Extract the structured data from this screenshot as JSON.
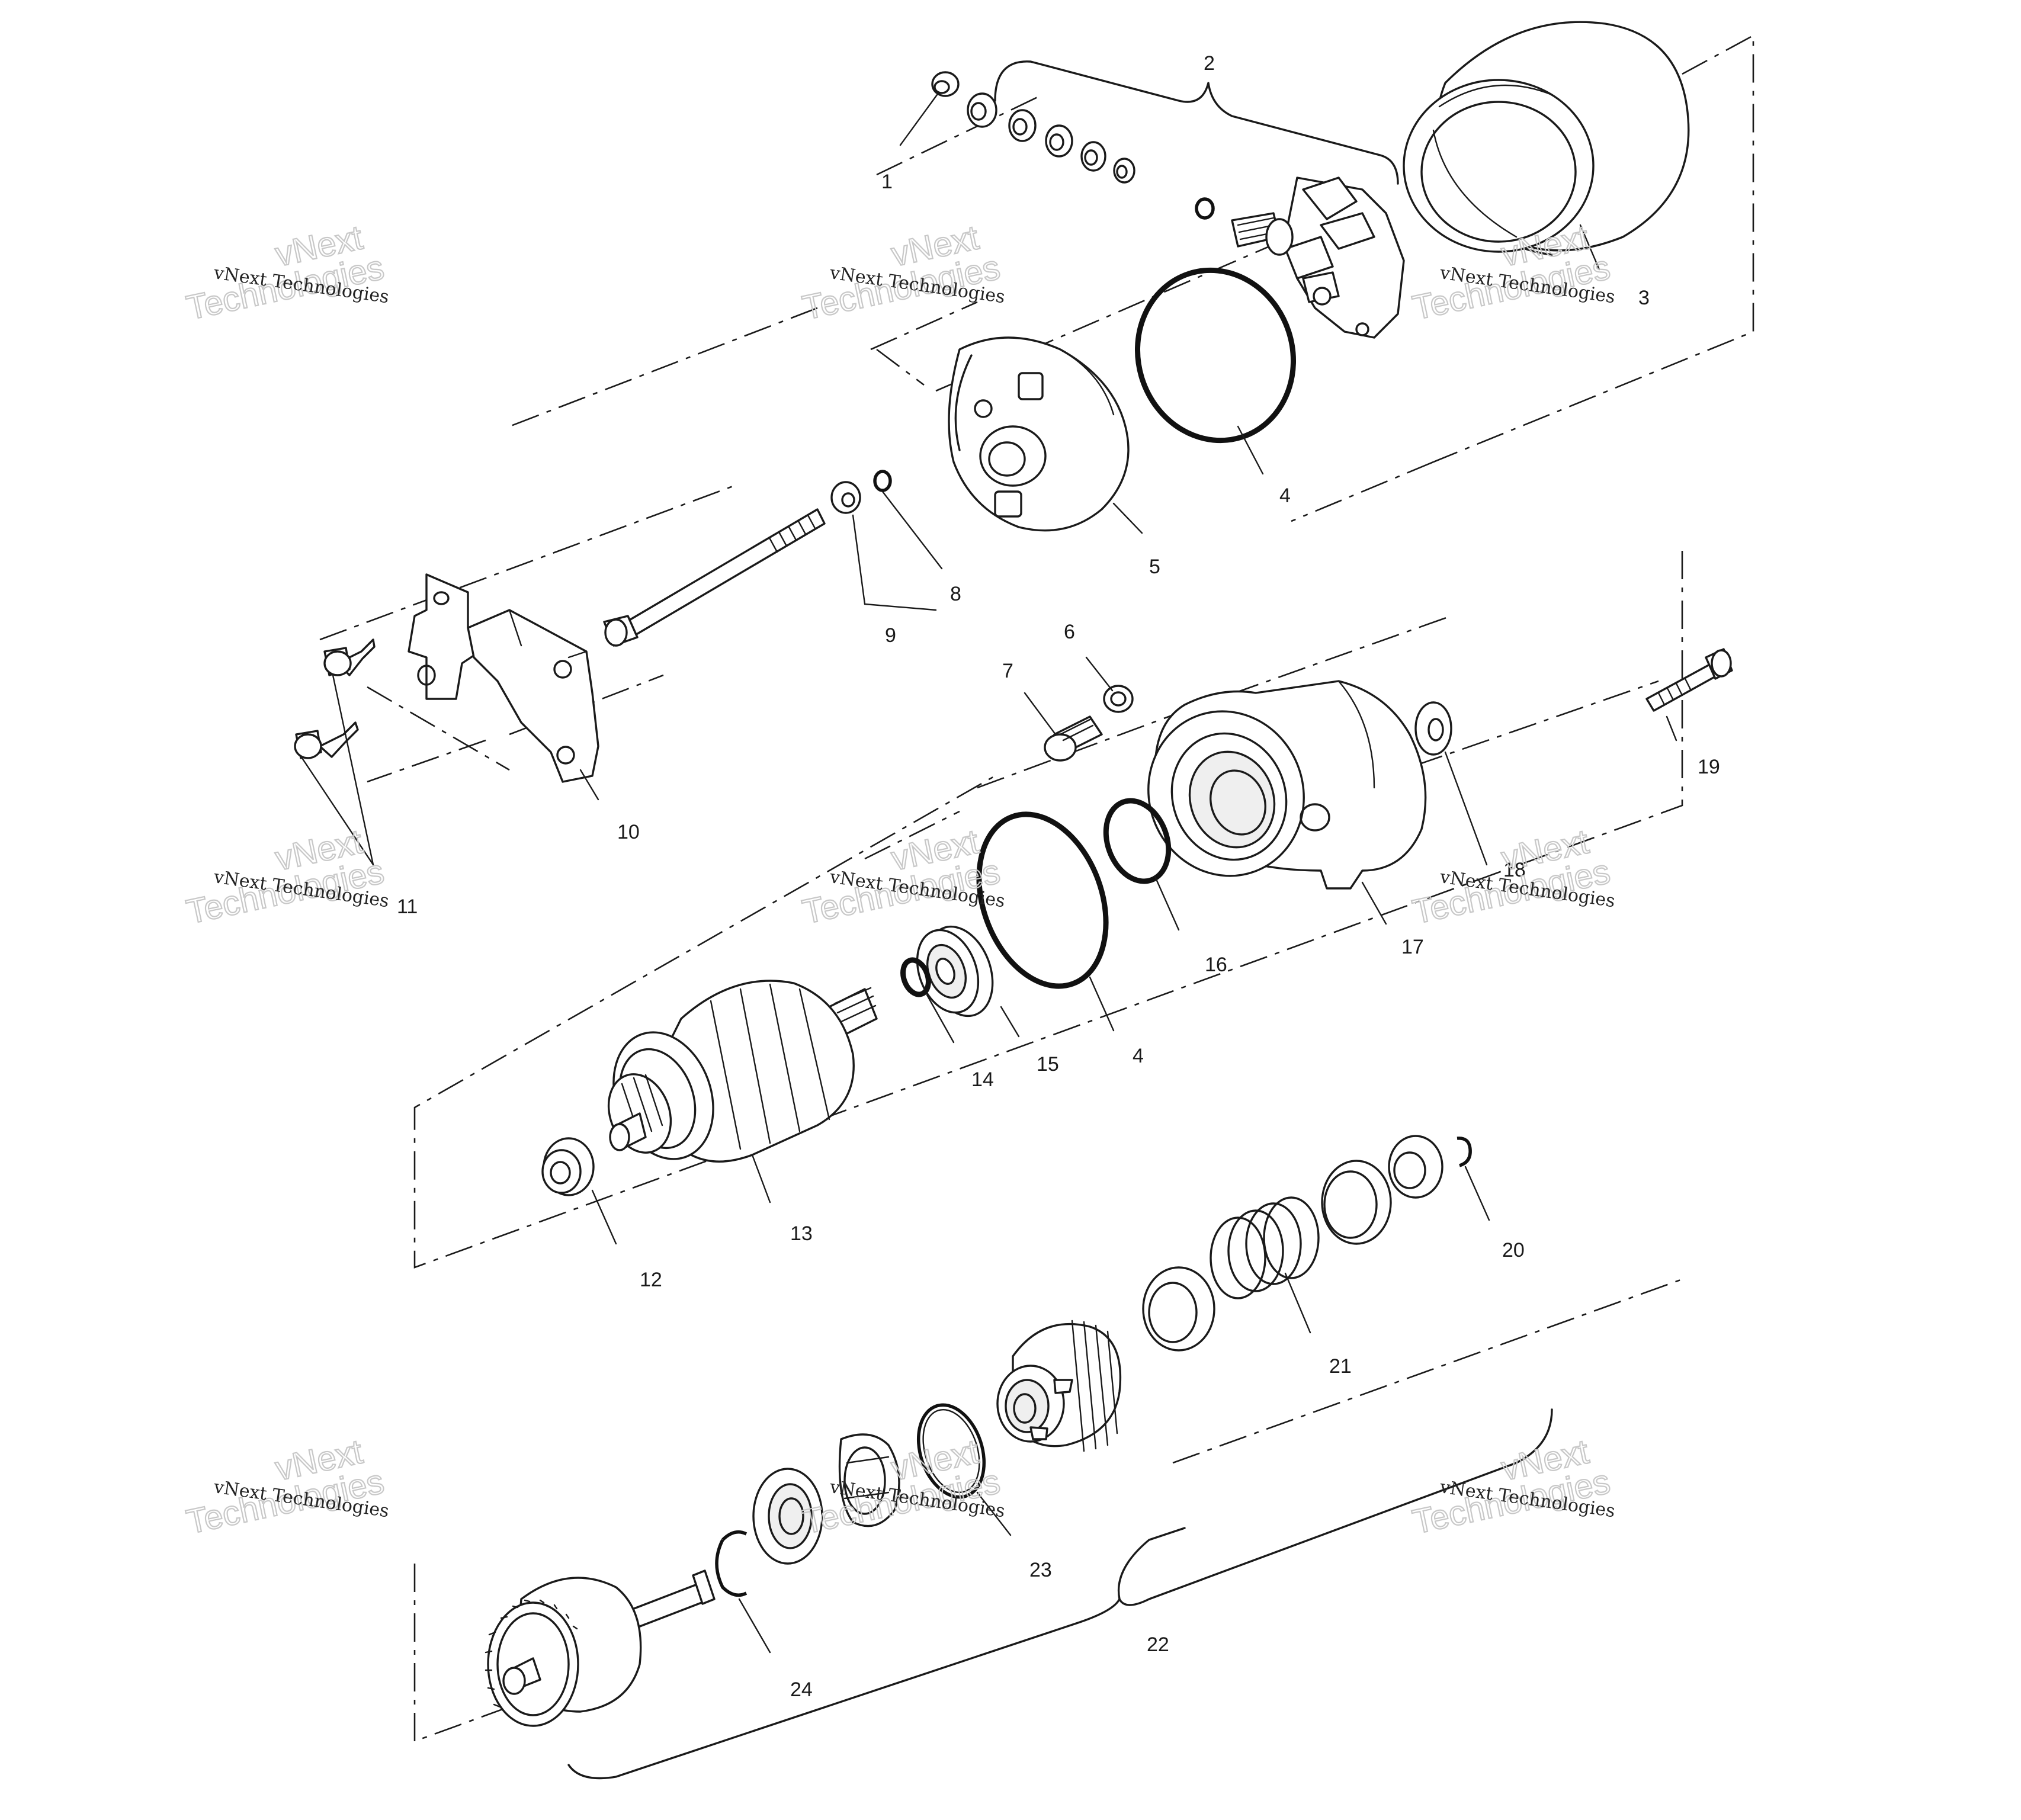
{
  "labels": {
    "l1": "1",
    "l2": "2",
    "l3": "3",
    "l4a": "4",
    "l4b": "4",
    "l5": "5",
    "l6": "6",
    "l7": "7",
    "l8": "8",
    "l9": "9",
    "l10": "10",
    "l11": "11",
    "l12": "12",
    "l13": "13",
    "l14": "14",
    "l15": "15",
    "l16": "16",
    "l17": "17",
    "l18": "18",
    "l19": "19",
    "l20": "20",
    "l21": "21",
    "l22": "22",
    "l23": "23",
    "l24": "24"
  },
  "watermark": {
    "line1": "vNext Technologies",
    "line2a": "vNext",
    "line2b": "Technologies"
  }
}
